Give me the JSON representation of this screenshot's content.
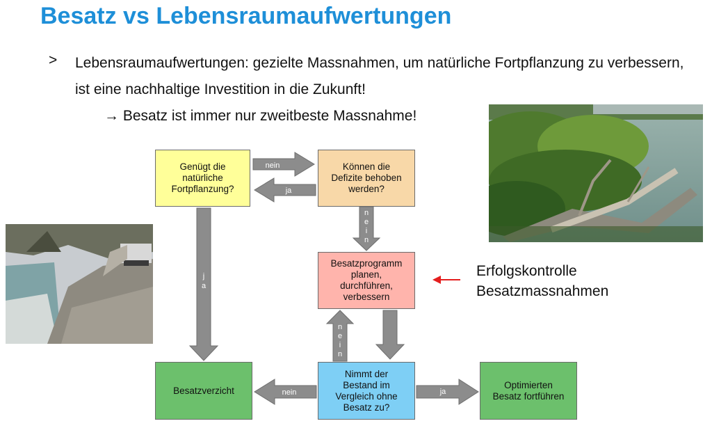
{
  "title": "Besatz vs Lebensraumaufwertungen",
  "bullet": {
    "marker": ">",
    "text": "Lebensraumaufwertungen: gezielte Massnahmen, um  natürliche Fortpflanzung zu verbessern, ist eine nachhaltige Investition in die Zukunft!"
  },
  "conclusion": "→ Besatz ist immer nur zweitbeste Massnahme!",
  "flowchart": {
    "nodes": {
      "reproduction": "Genügt die\nnatürliche\nFortpflanzung?",
      "deficits": "Können die\nDefizite behoben\nwerden?",
      "program": "Besatzprogramm\nplanen,\ndurchführen,\nverbessern",
      "waiver": "Besatzverzicht",
      "population": "Nimmt der\nBestand im\nVergleich ohne\nBesatz zu?",
      "optimized": "Optimierten\nBesatz fortführen"
    },
    "edge_labels": {
      "nein": "nein",
      "ja": "ja"
    },
    "colors": {
      "reproduction": "#FFFF99",
      "deficits": "#F8D8A8",
      "program": "#FFB4AC",
      "waiver": "#6CC06C",
      "population": "#7ECFF5",
      "optimized": "#6CC06C",
      "arrow": "#8C8C8C"
    }
  },
  "annotation": {
    "text": "Erfolgskontrolle\nBesatzmassnahmen",
    "arrow_color": "#E41E1E"
  },
  "photos": {
    "riverbank": "riverbank-gravel-photo",
    "lake": "fallen-tree-lake-photo"
  }
}
